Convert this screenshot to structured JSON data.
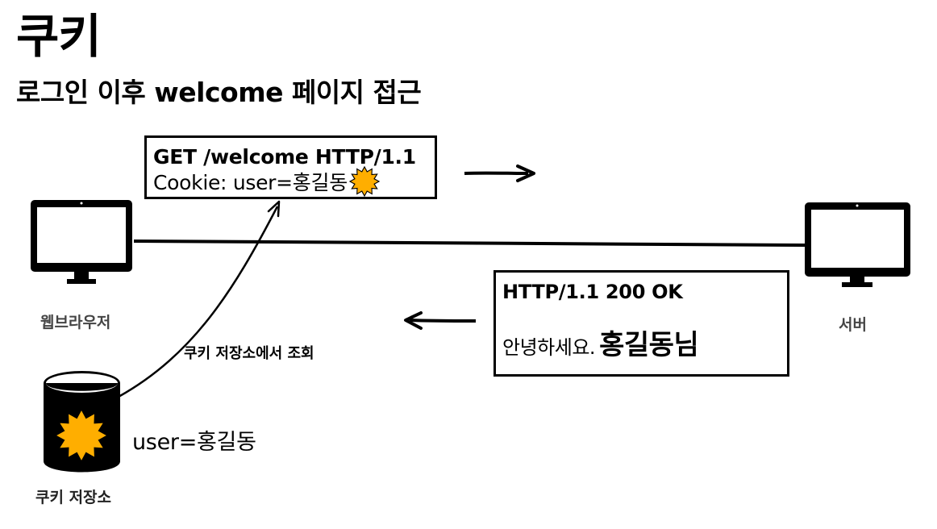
{
  "title": "쿠키",
  "subtitle": "로그인 이후 welcome 페이지 접근",
  "request": {
    "line1": "GET /welcome HTTP/1.1",
    "line2": "Cookie: user=홍길동"
  },
  "response": {
    "status": "HTTP/1.1 200 OK",
    "greeting": "안녕하세요.",
    "name": "홍길동님"
  },
  "browser_label": "웹브라우저",
  "server_label": "서버",
  "cookie_store_label": "쿠키 저장소",
  "lookup_label": "쿠키 저장소에서 조회",
  "cookie_value": "user=홍길동",
  "colors": {
    "cookie_sun": "#FFAE00",
    "stroke": "#000000"
  }
}
